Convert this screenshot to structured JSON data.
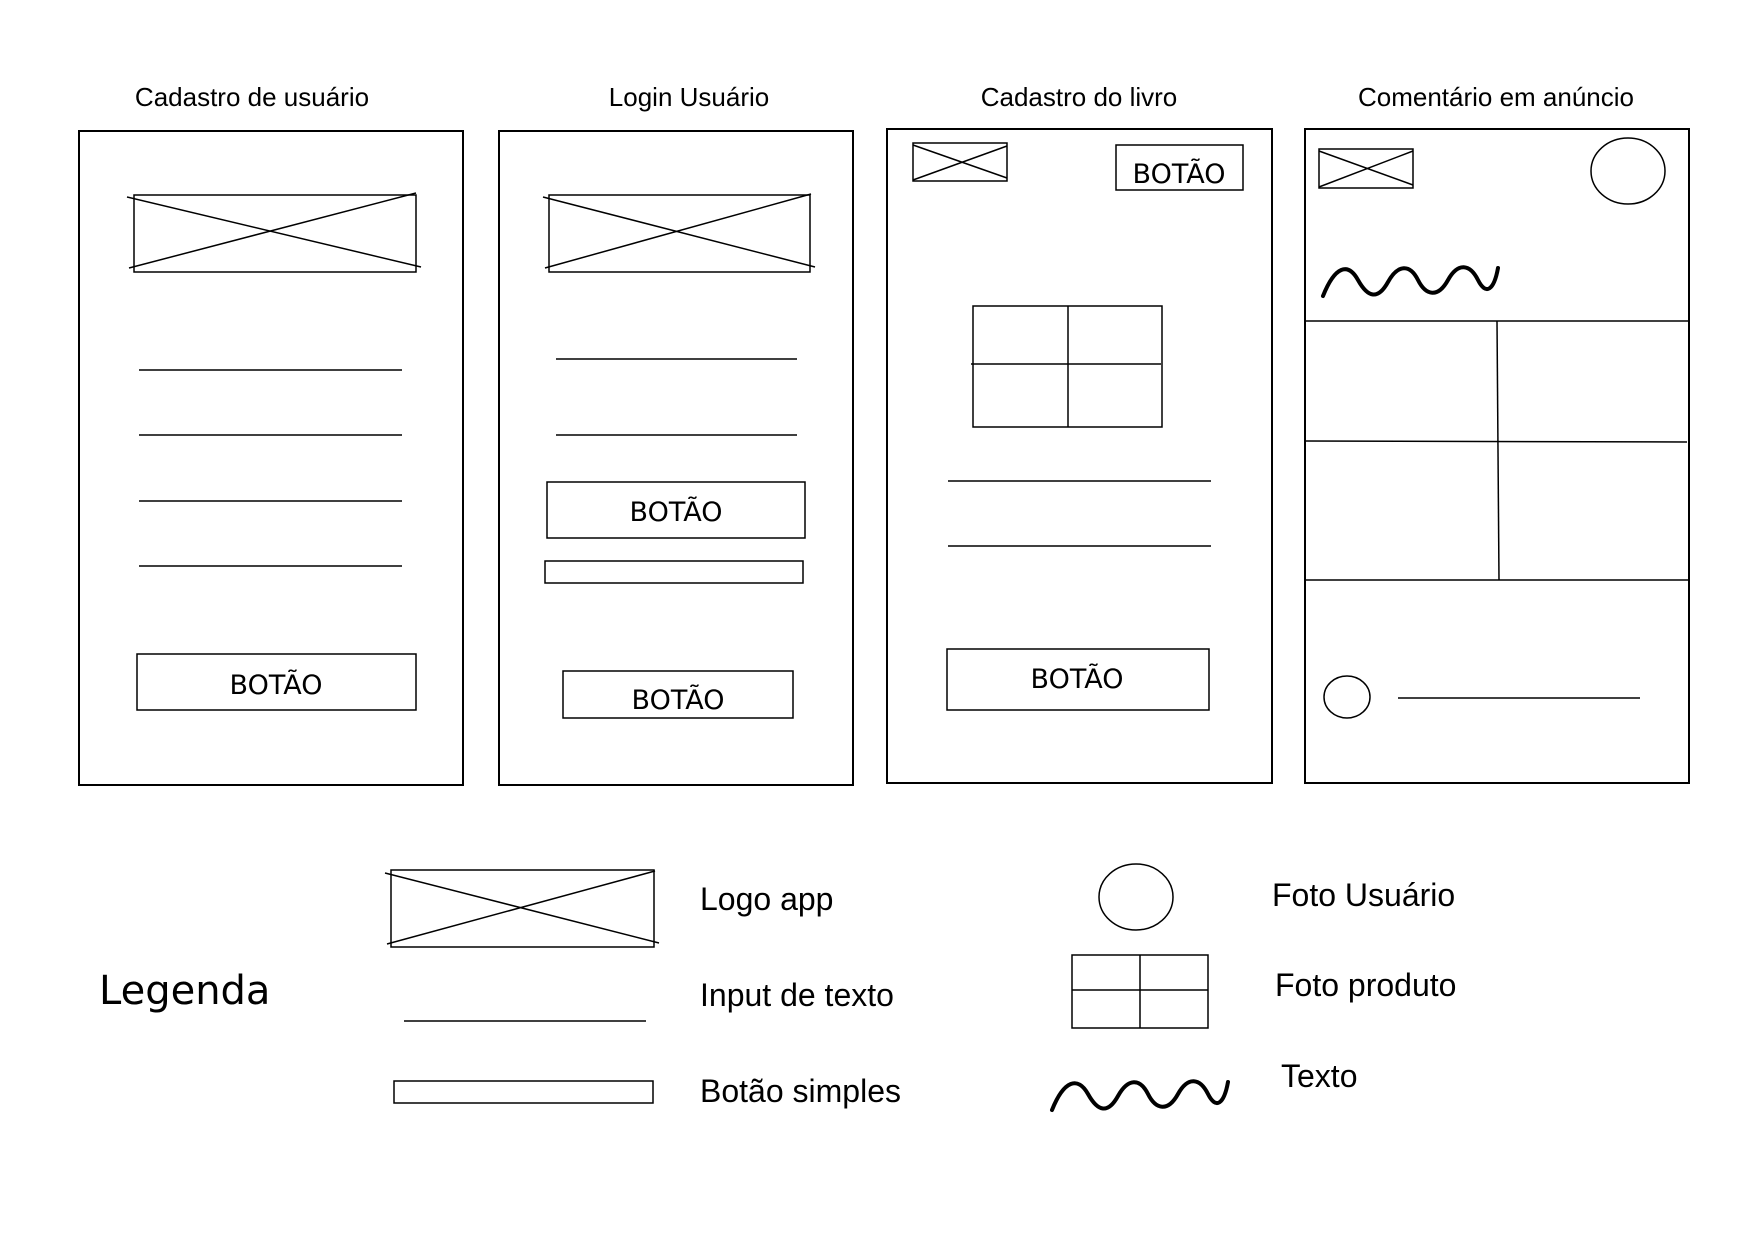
{
  "screens": [
    {
      "title": "Cadastro de usuário",
      "buttons": [
        "BOTÃO"
      ]
    },
    {
      "title": "Login Usuário",
      "buttons": [
        "BOTÃO",
        "BOTÃO"
      ]
    },
    {
      "title": "Cadastro do livro",
      "buttons": [
        "BOTÃO",
        "BOTÃO"
      ]
    },
    {
      "title": "Comentário em anúncio",
      "buttons": []
    }
  ],
  "legend": {
    "heading": "Legenda",
    "items": [
      {
        "label": "Logo app",
        "icon": "logo-placeholder-icon"
      },
      {
        "label": "Input de texto",
        "icon": "text-input-line-icon"
      },
      {
        "label": "Botão simples",
        "icon": "simple-button-icon"
      },
      {
        "label": "Foto Usuário",
        "icon": "user-photo-circle-icon"
      },
      {
        "label": "Foto produto",
        "icon": "product-photo-grid-icon"
      },
      {
        "label": "Texto",
        "icon": "text-wave-icon"
      }
    ]
  }
}
